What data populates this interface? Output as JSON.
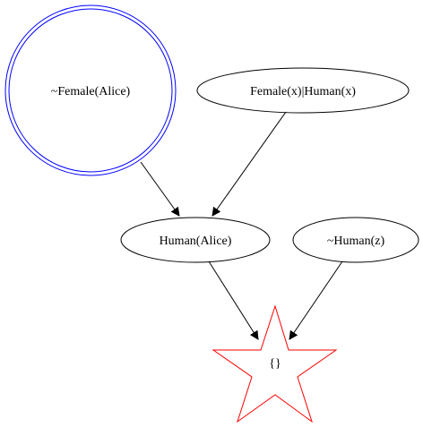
{
  "diagram": {
    "colors": {
      "default_stroke": "#000000",
      "goal_stroke": "#0000ff",
      "empty_clause_stroke": "#ff0000",
      "background": "#ffffff"
    },
    "nodes": {
      "negated_goal": {
        "label": "~Female(Alice)",
        "shape": "double-circle"
      },
      "rule": {
        "label": "Female(x)|Human(x)",
        "shape": "ellipse"
      },
      "resolvent": {
        "label": "Human(Alice)",
        "shape": "ellipse"
      },
      "premise": {
        "label": "~Human(z)",
        "shape": "ellipse"
      },
      "empty_clause": {
        "label": "{}",
        "shape": "star"
      }
    },
    "edges": [
      {
        "from": "negated_goal",
        "to": "resolvent"
      },
      {
        "from": "rule",
        "to": "resolvent"
      },
      {
        "from": "resolvent",
        "to": "empty_clause"
      },
      {
        "from": "premise",
        "to": "empty_clause"
      }
    ]
  }
}
